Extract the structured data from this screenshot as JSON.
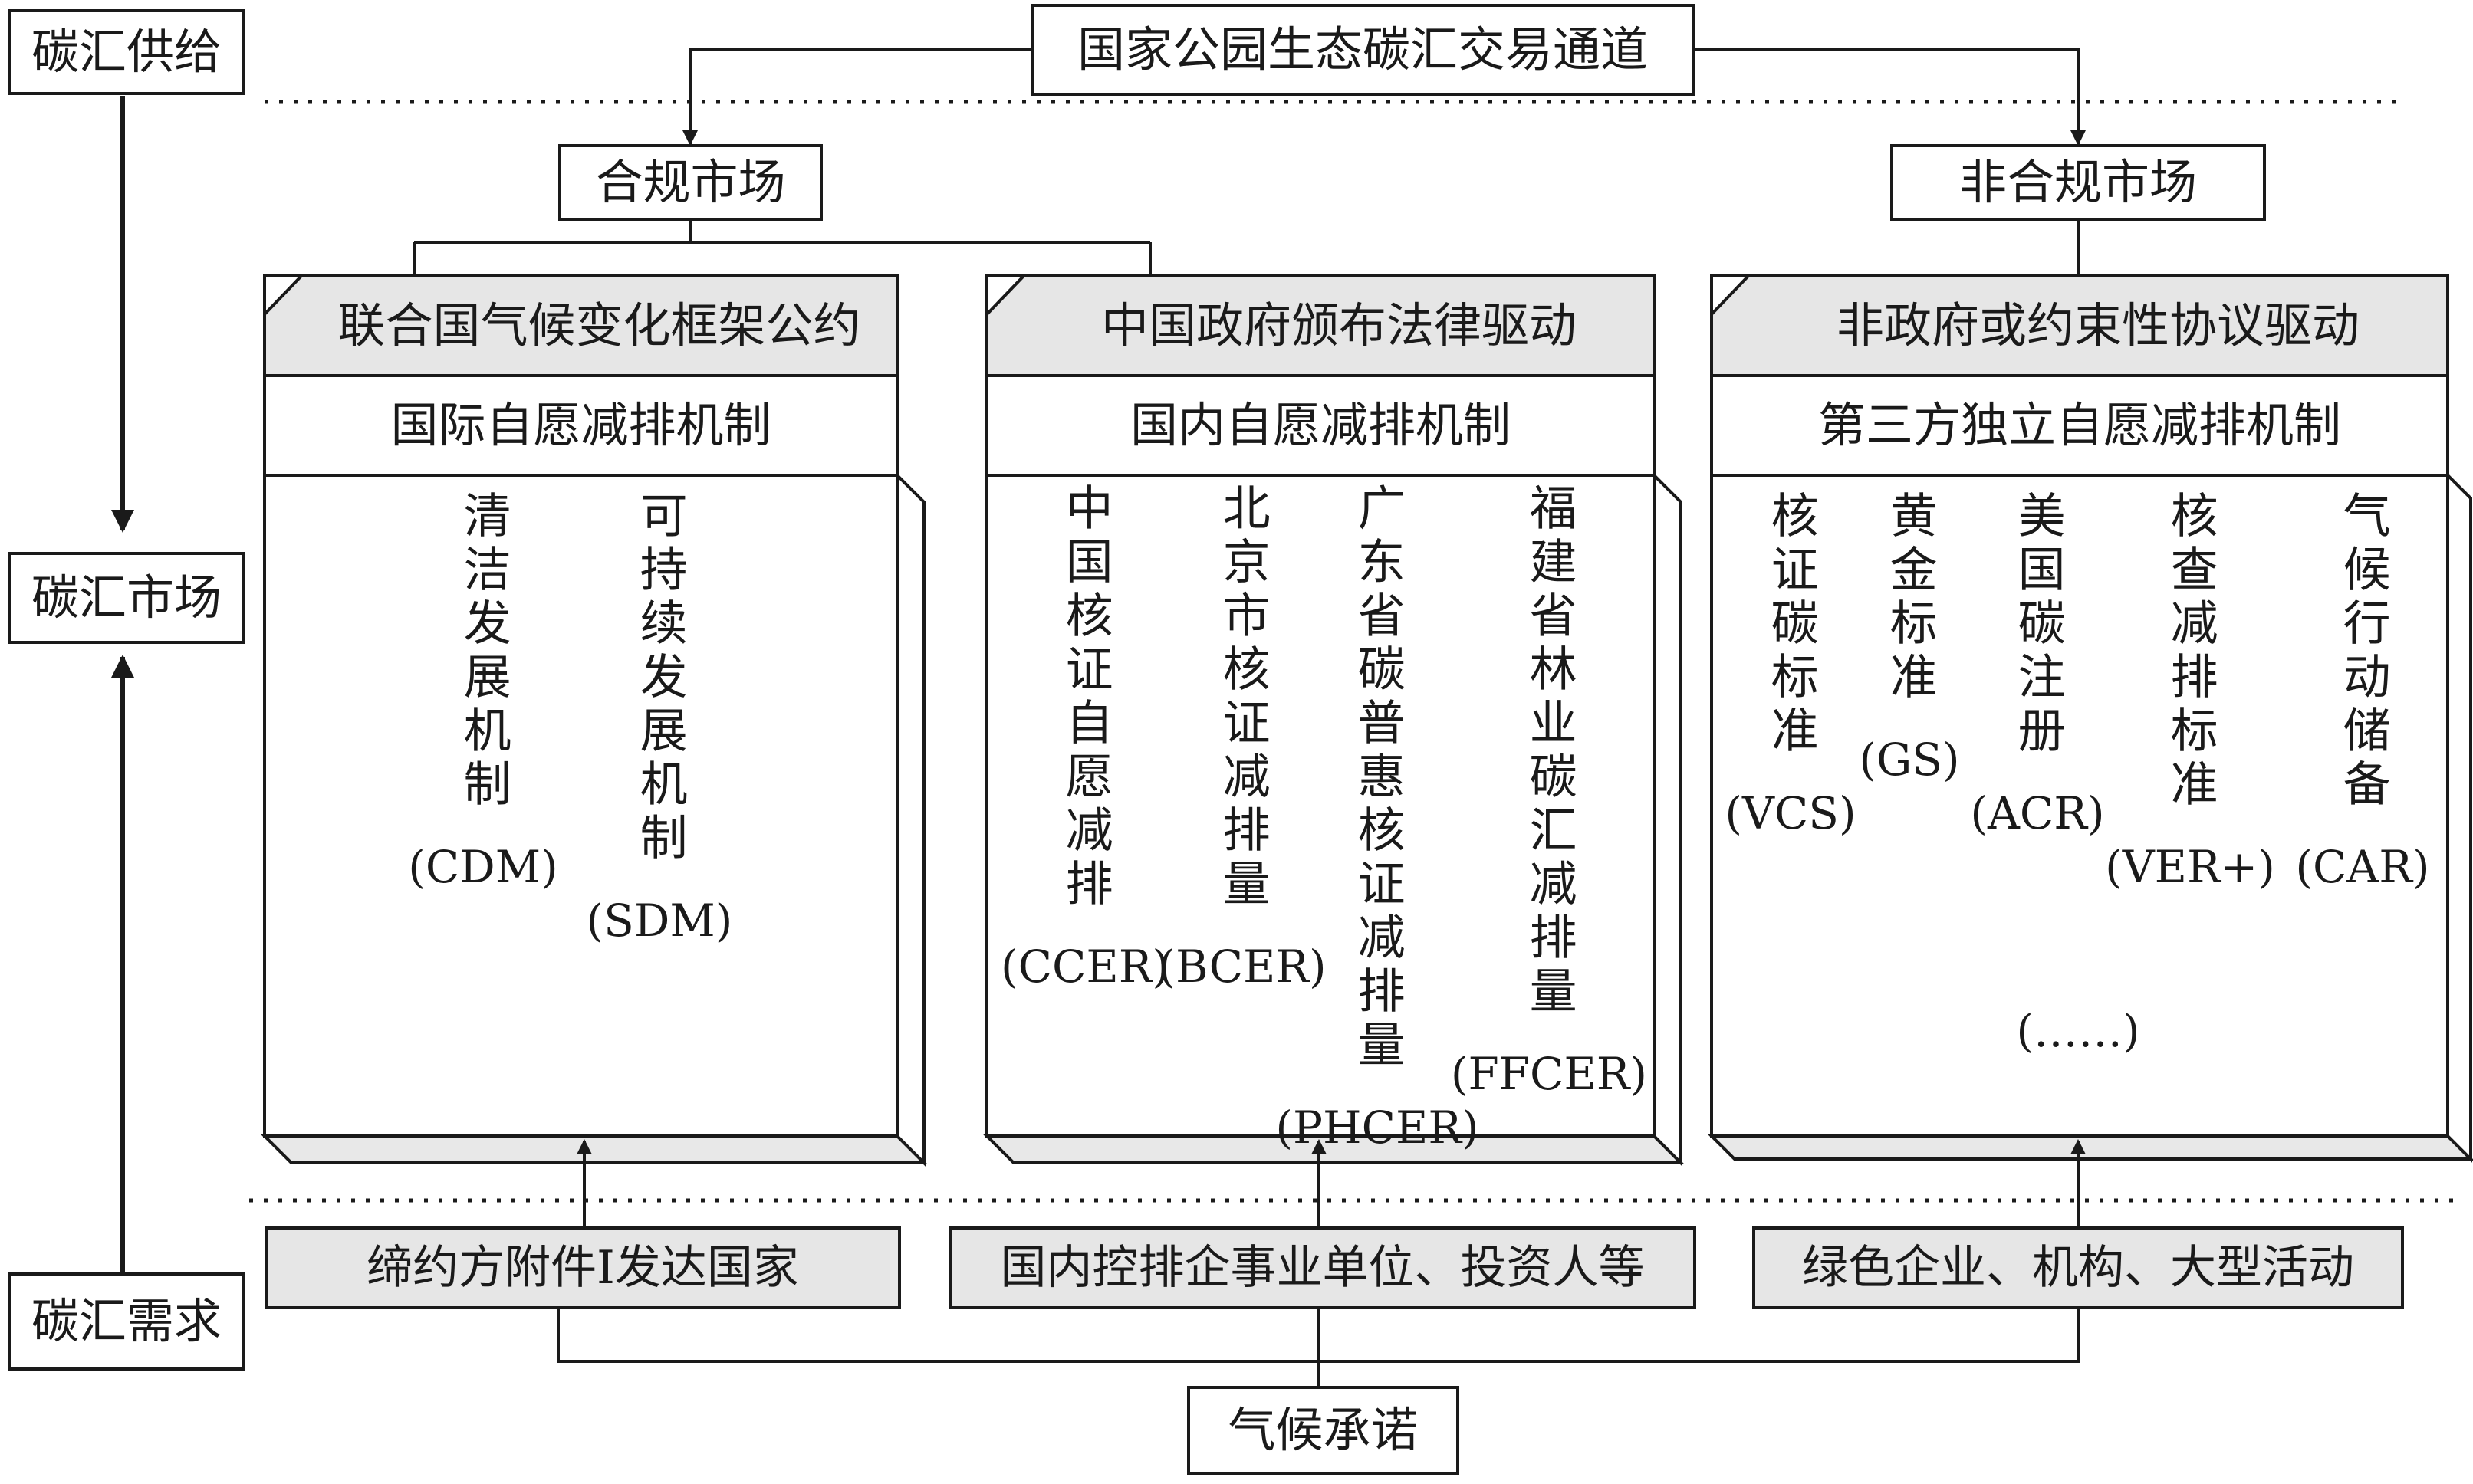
{
  "top": {
    "channel": "国家公园生态碳汇交易通道",
    "compliance_market": "合规市场",
    "noncompliance_market": "非合规市场"
  },
  "left": {
    "supply": "碳汇供给",
    "market": "碳汇市场",
    "demand": "碳汇需求"
  },
  "panels": [
    {
      "header": "联合国气候变化框架公约",
      "subheader": "国际自愿减排机制",
      "items": [
        {
          "name": "清洁发展机制",
          "abbr": "(CDM)"
        },
        {
          "name": "可持续发展机制",
          "abbr": "(SDM)"
        }
      ]
    },
    {
      "header": "中国政府颁布法律驱动",
      "subheader": "国内自愿减排机制",
      "items": [
        {
          "name": "中国核证自愿减排",
          "abbr": "(CCER)"
        },
        {
          "name": "北京市核证减排量",
          "abbr": "(BCER)"
        },
        {
          "name": "广东省碳普惠核证减排量",
          "abbr": "(PHCER)"
        },
        {
          "name": "福建省林业碳汇减排量",
          "abbr": "(FFCER)"
        }
      ]
    },
    {
      "header": "非政府或约束性协议驱动",
      "subheader": "第三方独立自愿减排机制",
      "items": [
        {
          "name": "核证碳标准",
          "abbr": "(VCS)"
        },
        {
          "name": "黄金标准",
          "abbr": "(GS)"
        },
        {
          "name": "美国碳注册",
          "abbr": "(ACR)"
        },
        {
          "name": "核查减排标准",
          "abbr": "(VER+)"
        },
        {
          "name": "气候行动储备",
          "abbr": "(CAR)"
        }
      ],
      "more": "(……)"
    }
  ],
  "demand_boxes": [
    "缔约方附件Ⅰ发达国家",
    "国内控排企事业单位、投资人等",
    "绿色企业、机构、大型活动"
  ],
  "bottom": {
    "commitment": "气候承诺"
  }
}
